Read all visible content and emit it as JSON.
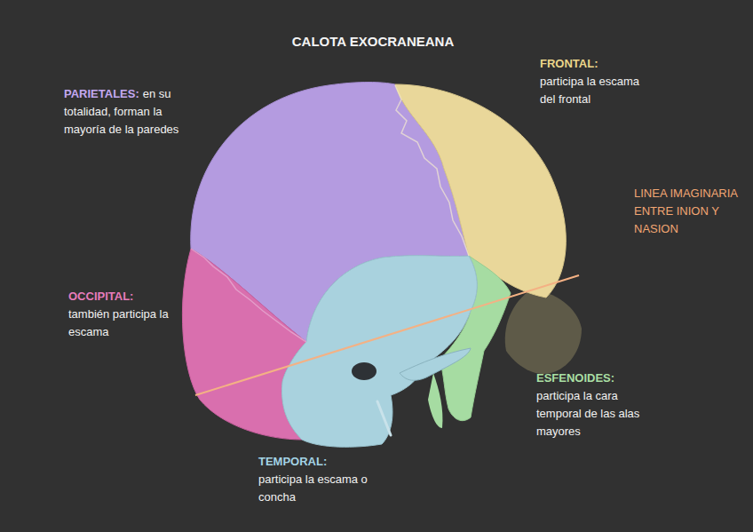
{
  "diagram": {
    "title": "CALOTA EXOCRANEANA",
    "labels": [
      "PARIETALES:",
      "en su totalidad, forman la mayoría de la paredes",
      "FRONTAL:",
      "participa la escama del frontal",
      "LINEA IMAGINARIA ENTRE INION Y NASION",
      "OCCIPITAL:",
      "también participa la escama",
      "ESFENOIDES:",
      "participa la cara temporal de las alas mayores",
      "TEMPORAL:",
      "participa la escama o concha"
    ]
  }
}
